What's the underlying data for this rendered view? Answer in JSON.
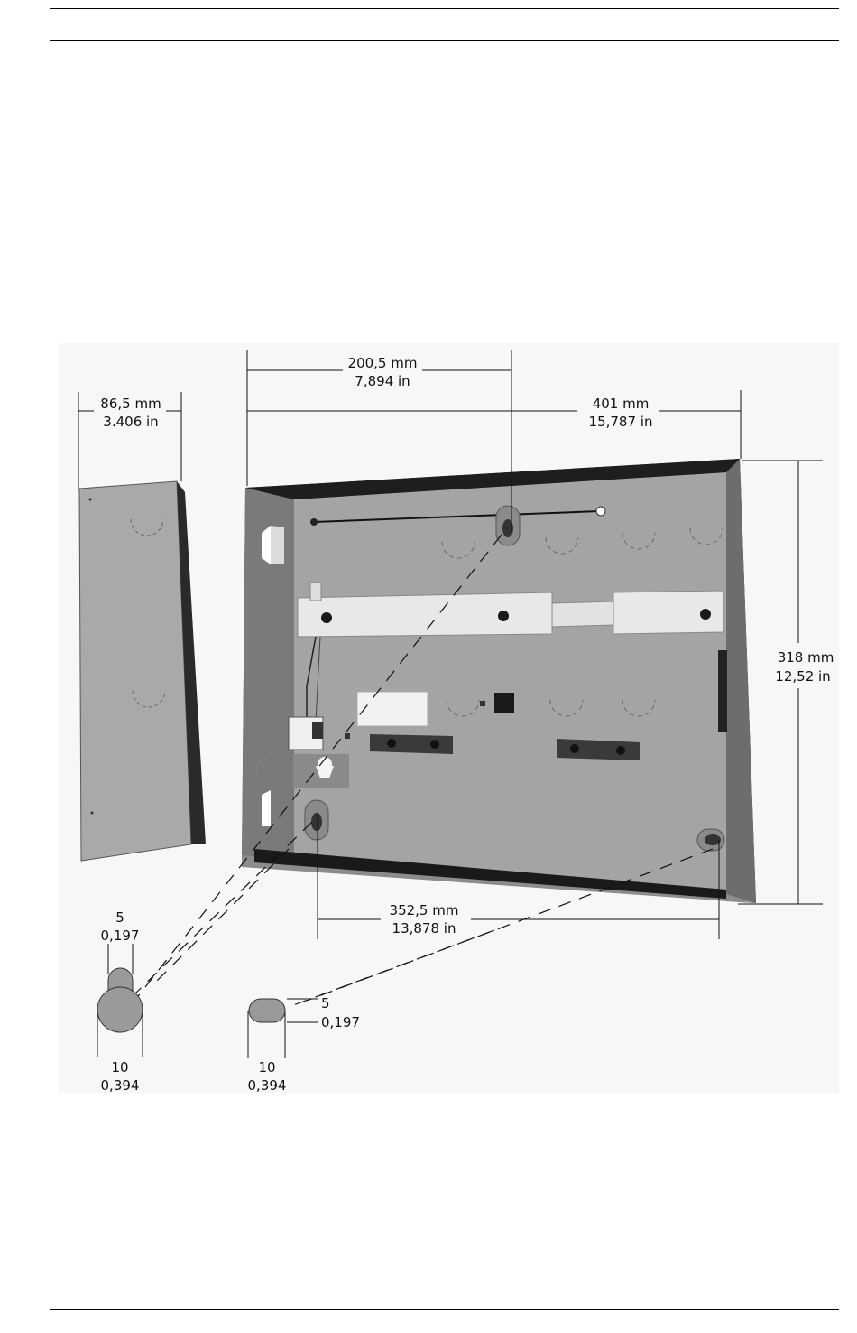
{
  "dimensions": {
    "top_half_width": {
      "mm": "200,5 mm",
      "in": "7,894 in"
    },
    "total_width": {
      "mm": "401 mm",
      "in": "15,787 in"
    },
    "depth": {
      "mm": "86,5 mm",
      "in": "3.406 in"
    },
    "height": {
      "mm": "318 mm",
      "in": "12,52 in"
    },
    "hole_spacing": {
      "mm": "352,5 mm",
      "in": "13,878 in"
    },
    "keyhole": {
      "slot_mm": "5",
      "slot_in": "0,197",
      "diameter_mm": "10",
      "diameter_in": "0,394"
    },
    "slot": {
      "height_mm": "5",
      "height_in": "0,197",
      "width_mm": "10",
      "width_in": "0,394"
    }
  }
}
